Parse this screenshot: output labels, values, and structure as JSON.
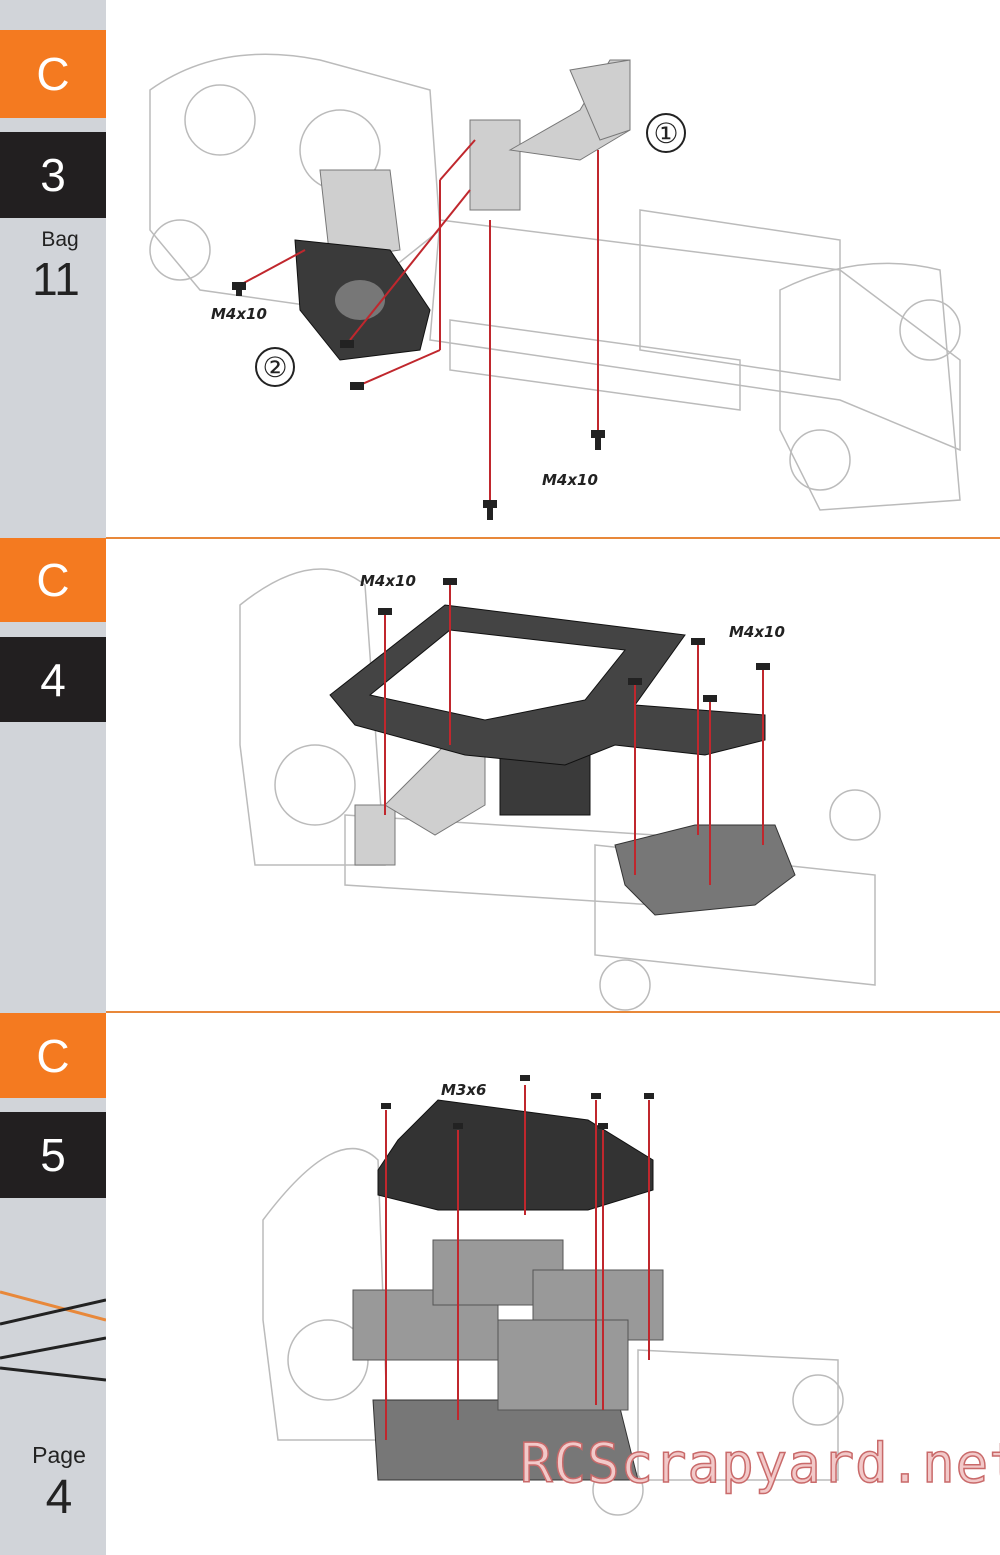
{
  "sidebar": {
    "steps": [
      {
        "letter": "C",
        "number": "3",
        "bag_label": "Bag",
        "bag_number": "11"
      },
      {
        "letter": "C",
        "number": "4"
      },
      {
        "letter": "C",
        "number": "5"
      }
    ],
    "page_label": "Page",
    "page_number": "4"
  },
  "step_c3": {
    "screw_labels": [
      "M4x10",
      "M4x10"
    ],
    "callouts": [
      "①",
      "②"
    ]
  },
  "step_c4": {
    "screw_labels": [
      "M4x10",
      "M4x10"
    ]
  },
  "step_c5": {
    "screw_labels": [
      "M3x6"
    ]
  },
  "watermark": "RCScrapyard.net",
  "colors": {
    "accent": "#f47a20",
    "dark": "#221f20",
    "sidebar": "#d1d4d9",
    "guide_line": "#c0272d"
  }
}
